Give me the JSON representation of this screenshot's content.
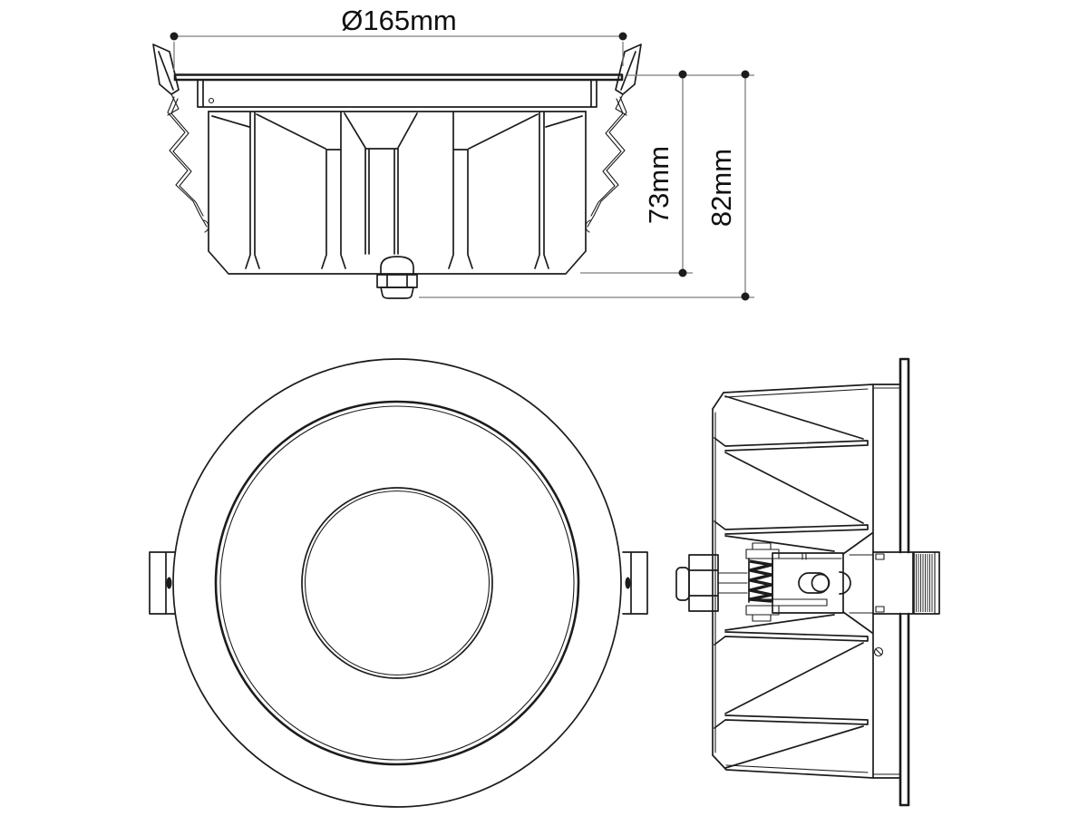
{
  "colors": {
    "line": "#1c1c1c",
    "dim": "#7d7d7d",
    "text": "#101010",
    "background": "#ffffff"
  },
  "dimensions": {
    "diameter": "Ø165mm",
    "recess_depth": "73mm",
    "overall_height": "82mm"
  }
}
